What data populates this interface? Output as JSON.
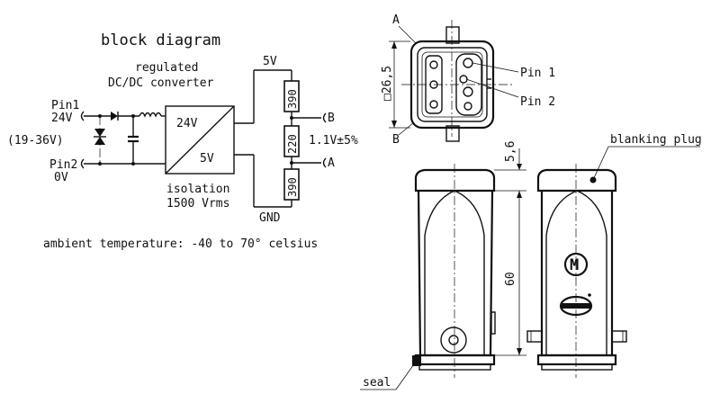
{
  "block": {
    "title": "block diagram",
    "converter_line1": "regulated",
    "converter_line2": "DC/DC converter",
    "pin1": "Pin1",
    "pin1_voltage": "24V",
    "input_range": "(19-36V)",
    "pin2": "Pin2",
    "pin2_voltage": "0V",
    "box_in": "24V",
    "box_out": "5V",
    "isolation_line1": "isolation",
    "isolation_line2": "1500 Vrms",
    "rail_5v": "5V",
    "gnd": "GND",
    "res_top": "390",
    "res_mid": "220",
    "res_bot": "390",
    "out_b": "B",
    "out_a": "A",
    "out_voltage": "1.1V±5%",
    "ambient": "ambient temperature: -40 to 70° celsius"
  },
  "connector": {
    "label_a": "A",
    "label_b": "B",
    "dim_square": "□26,5",
    "pin1": "Pin 1",
    "pin2": "Pin 2"
  },
  "housing": {
    "dim_top": "5,6",
    "dim_height": "60",
    "blanking_plug": "blanking plug",
    "seal": "seal",
    "logo_letter": "M"
  }
}
